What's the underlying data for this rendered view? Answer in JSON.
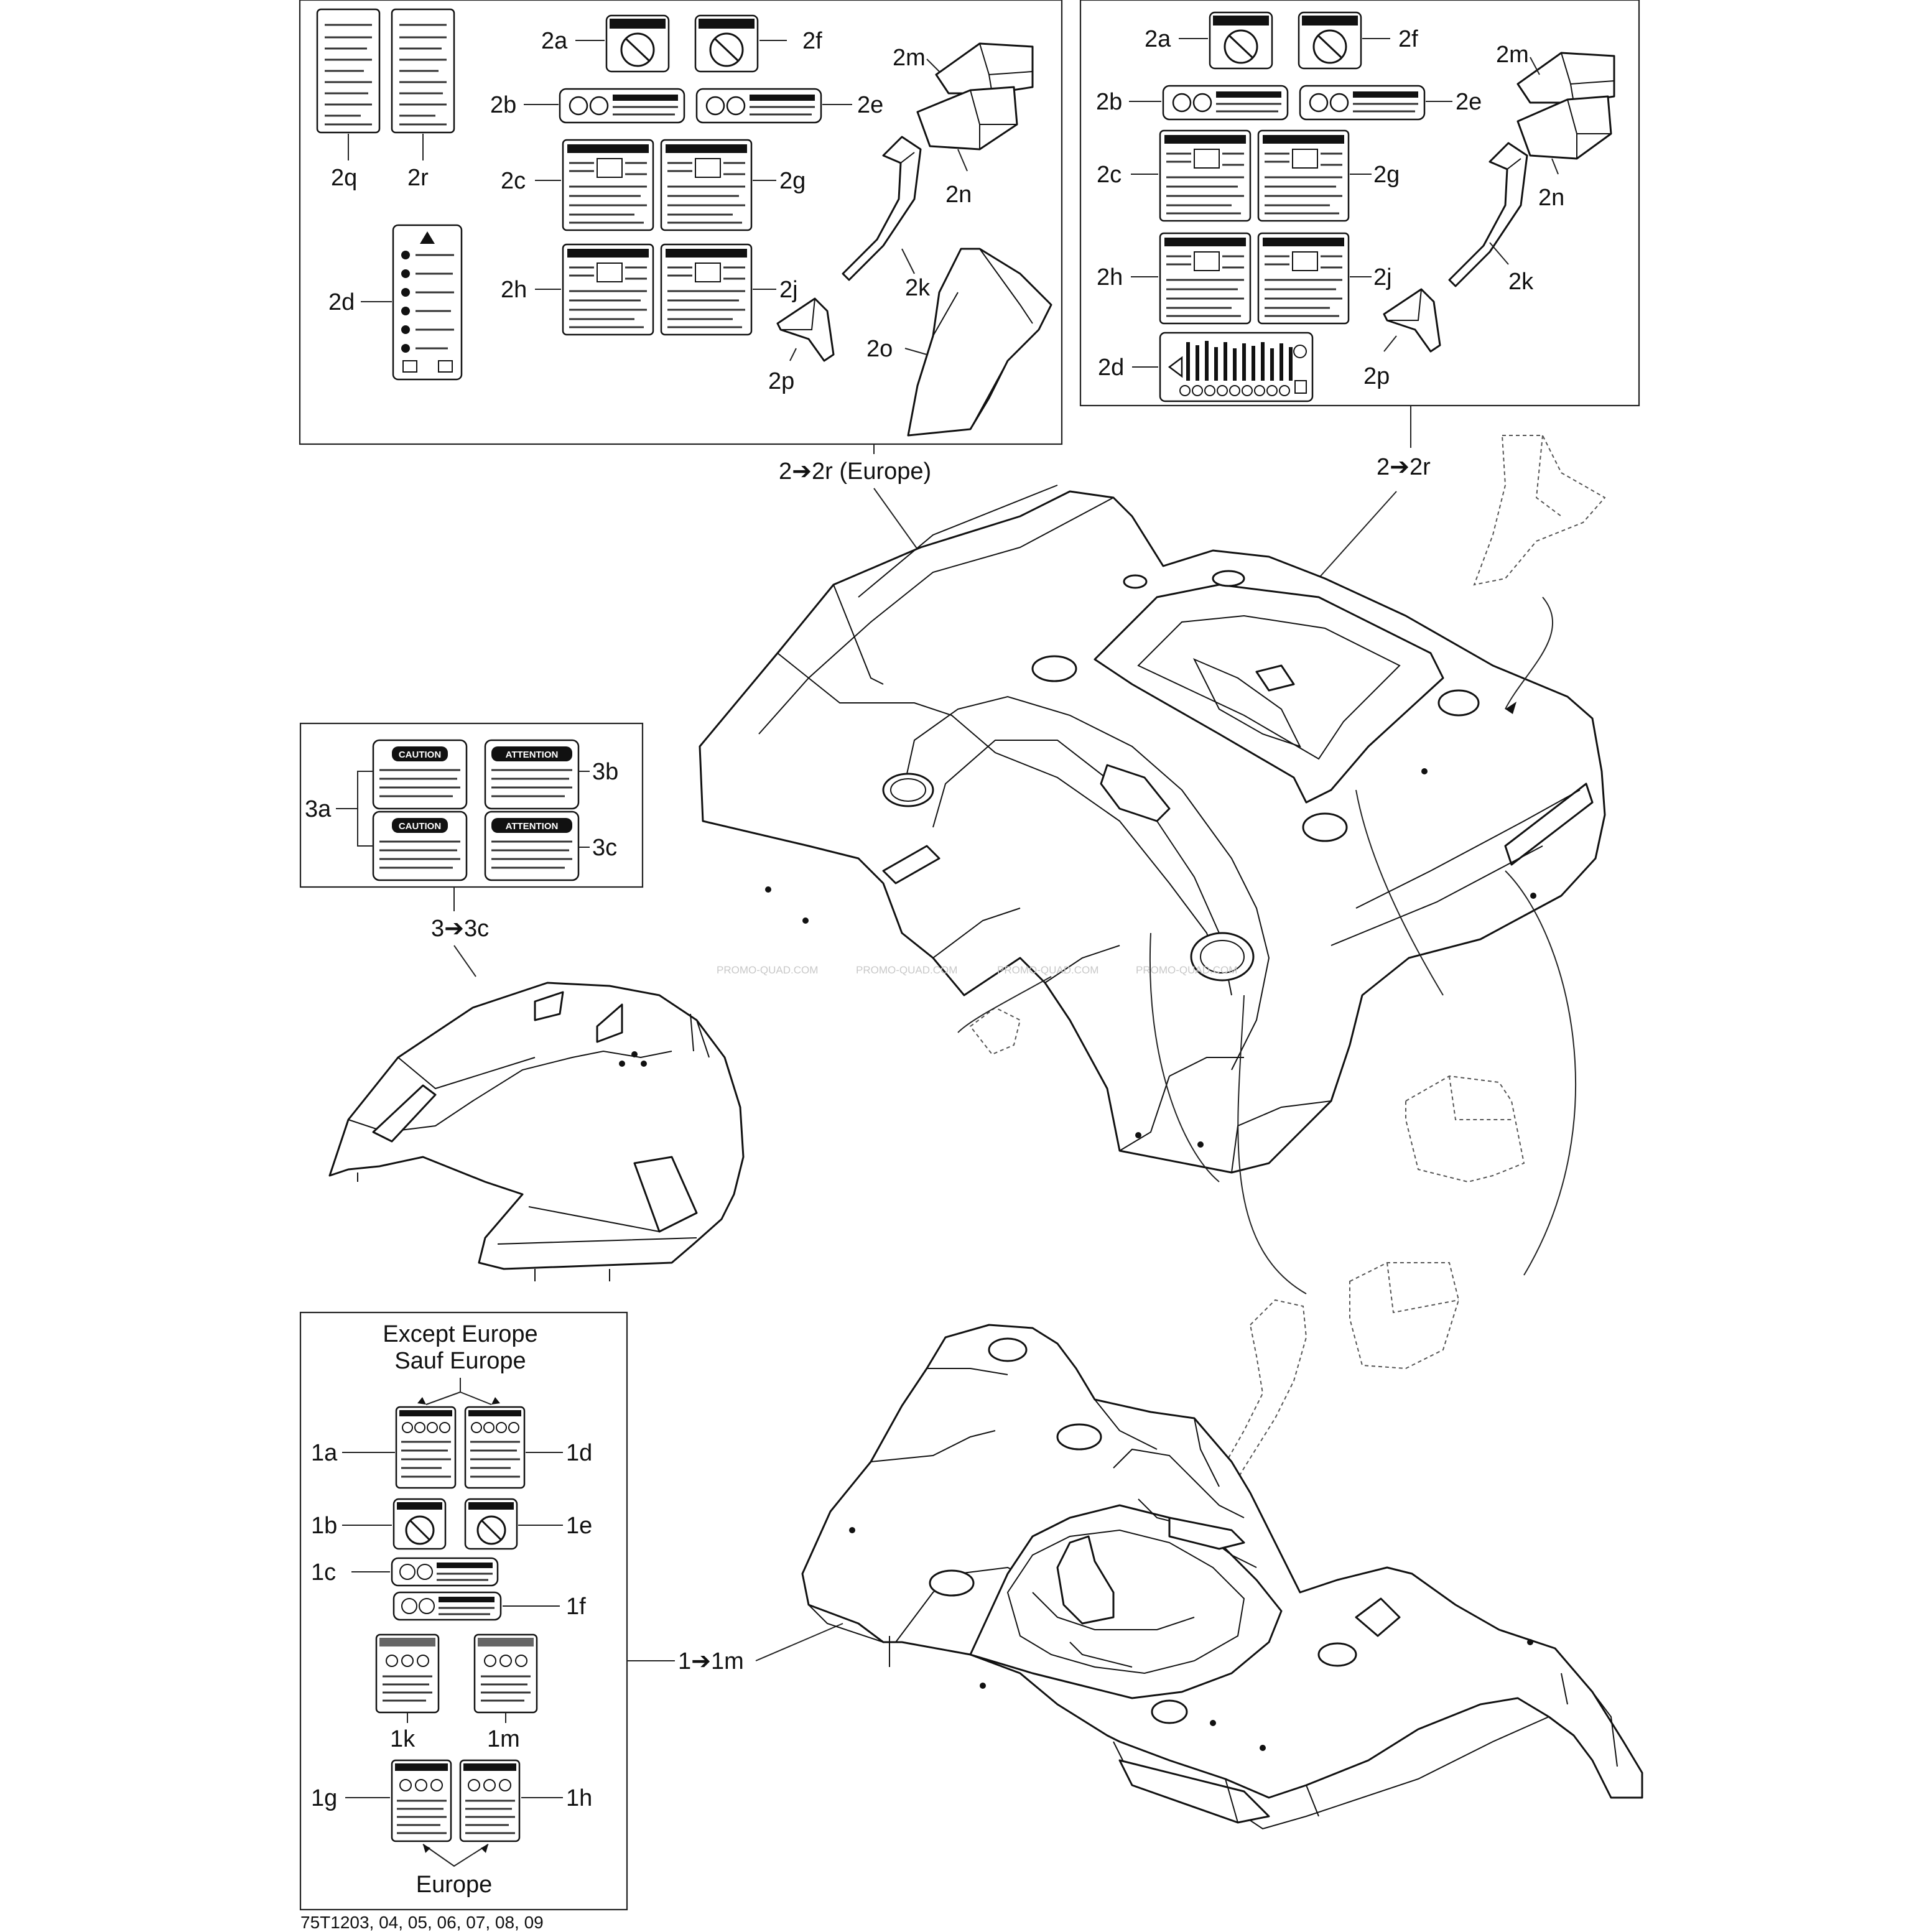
{
  "labels": {
    "l2a_L": "2a",
    "l2f_L": "2f",
    "l2b_L": "2b",
    "l2e_L": "2e",
    "l2c_L": "2c",
    "l2g_L": "2g",
    "l2h_L": "2h",
    "l2j_L": "2j",
    "l2q": "2q",
    "l2r": "2r",
    "l2d_L": "2d",
    "l2m_L": "2m",
    "l2n_L": "2n",
    "l2k_L": "2k",
    "l2p_L": "2p",
    "l2o": "2o",
    "l2a_R": "2a",
    "l2f_R": "2f",
    "l2b_R": "2b",
    "l2e_R": "2e",
    "l2c_R": "2c",
    "l2g_R": "2g",
    "l2h_R": "2h",
    "l2j_R": "2j",
    "l2d_R": "2d",
    "l2m_R": "2m",
    "l2n_R": "2n",
    "l2k_R": "2k",
    "l2p_R": "2p",
    "l3a": "3a",
    "l3b": "3b",
    "l3c": "3c",
    "l1a": "1a",
    "l1d": "1d",
    "l1b": "1b",
    "l1e": "1e",
    "l1c": "1c",
    "l1f": "1f",
    "l1k": "1k",
    "l1m": "1m",
    "l1g": "1g",
    "l1h": "1h"
  },
  "group_callouts": {
    "g2_europe": "2➔2r (Europe)",
    "g2": "2➔2r",
    "g3": "3➔3c",
    "g1": "1➔1m"
  },
  "box_headers": {
    "except_europe": "Except Europe",
    "sauf_europe": "Sauf Europe",
    "europe": "Europe"
  },
  "decal_text": {
    "caution": "CAUTION",
    "attention": "ATTENTION"
  },
  "watermark": "PROMO-QUAD.COM",
  "footer": "75T1203, 04, 05, 06, 07, 08, 09"
}
